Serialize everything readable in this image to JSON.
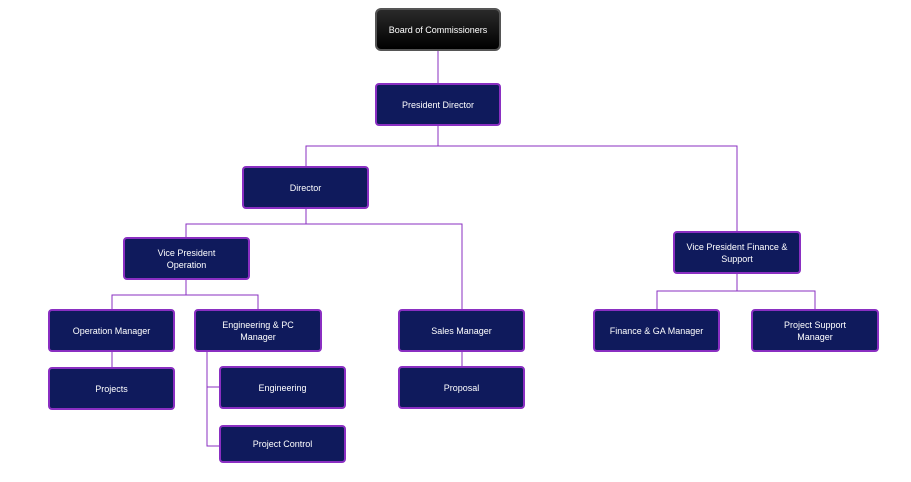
{
  "org_chart": {
    "board": "Board of Commissioners",
    "president_director": "President Director",
    "director": "Director",
    "vp_operation": "Vice President Operation",
    "vp_finance": "Vice President Finance & Support",
    "operation_manager": "Operation Manager",
    "engineering_pc_manager": "Engineering & PC Manager",
    "sales_manager": "Sales Manager",
    "finance_ga_manager": "Finance & GA Manager",
    "project_support_manager": "Project Support Manager",
    "projects": "Projects",
    "engineering": "Engineering",
    "project_control": "Project Control",
    "proposal": "Proposal"
  },
  "colors": {
    "box_fill": "#0f1a5c",
    "box_border": "#8a2fc2",
    "connector": "#8a2fc2",
    "top_box_fill": "#000000",
    "text": "#ffffff"
  }
}
